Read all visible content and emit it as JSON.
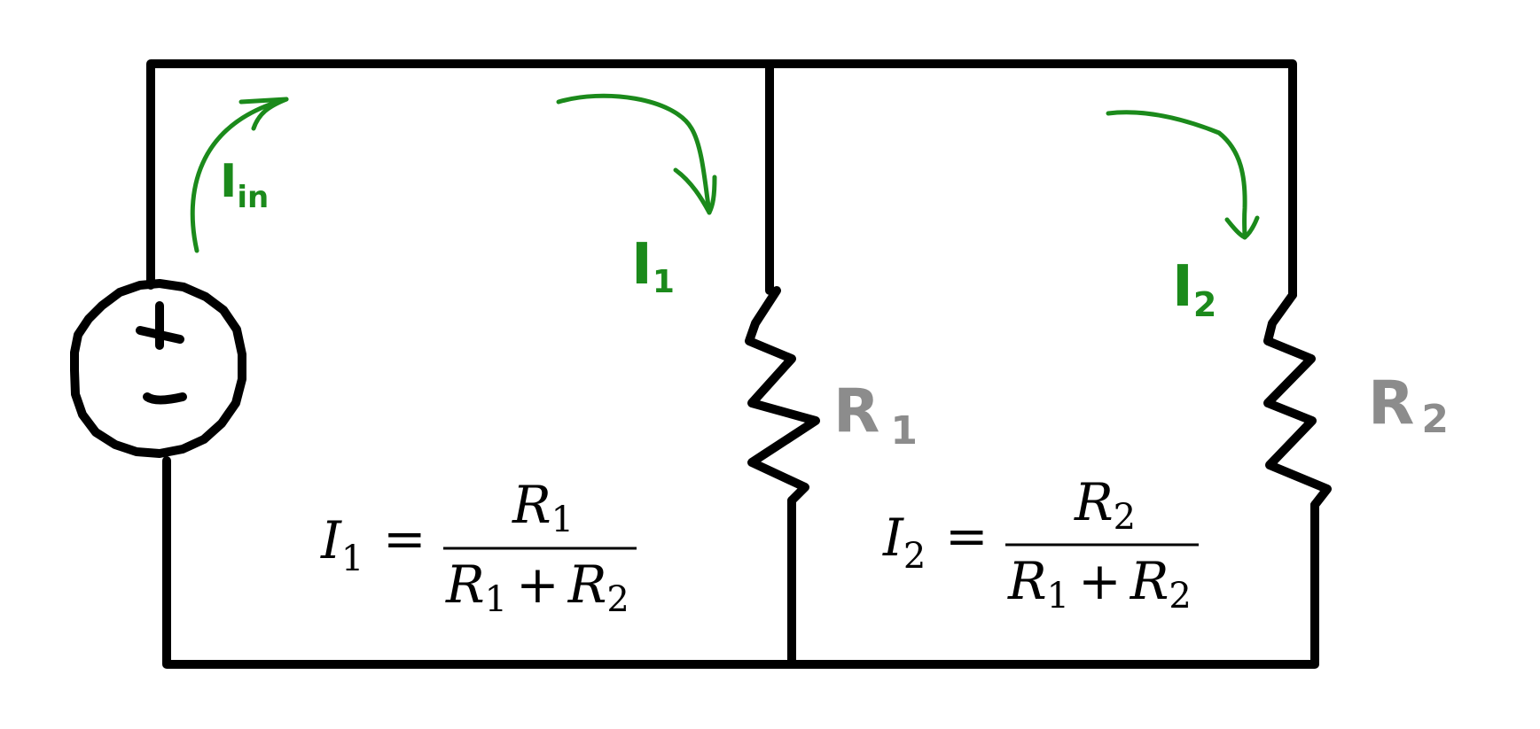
{
  "colors": {
    "wire": "#000000",
    "current_arrow": "#1b8a1b",
    "resistor_label": "#8c8c8c",
    "background": "#ffffff"
  },
  "source": {
    "plus": "+",
    "minus": "–"
  },
  "currents": {
    "input": {
      "symbol": "I",
      "sub": "in"
    },
    "branch1": {
      "symbol": "I",
      "sub": "1"
    },
    "branch2": {
      "symbol": "I",
      "sub": "2"
    }
  },
  "resistors": {
    "r1": {
      "symbol": "R",
      "sub": "1"
    },
    "r2": {
      "symbol": "R",
      "sub": "2"
    }
  },
  "equations": {
    "eq1": {
      "lhs": "I",
      "lhs_sub": "1",
      "equals": "=",
      "num": "R",
      "num_sub": "1",
      "den_a": "R",
      "den_a_sub": "1",
      "plus": "+",
      "den_b": "R",
      "den_b_sub": "2"
    },
    "eq2": {
      "lhs": "I",
      "lhs_sub": "2",
      "equals": "=",
      "num": "R",
      "num_sub": "2",
      "den_a": "R",
      "den_a_sub": "1",
      "plus": "+",
      "den_b": "R",
      "den_b_sub": "2"
    }
  }
}
